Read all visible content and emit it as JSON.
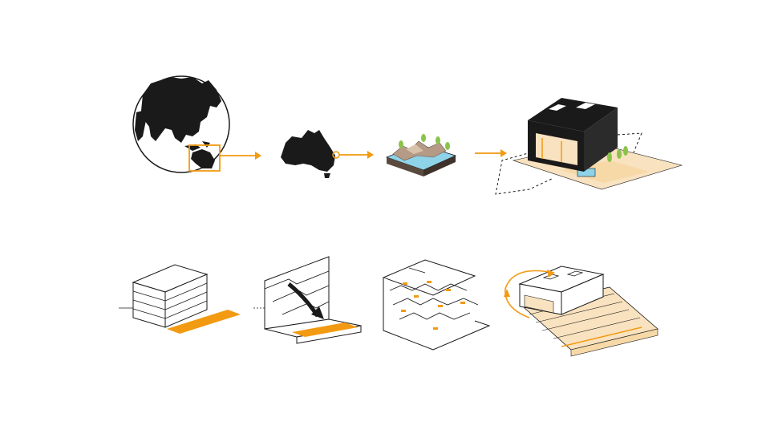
{
  "title": "",
  "colors": {
    "accent": "#f29a11",
    "accent_light": "#f7d9a8",
    "sand": "#f9e2bf",
    "ink": "#1a1a1a",
    "water": "#8fd3e8",
    "tree": "#8bc34a",
    "terrain": "#b59a85",
    "paper": "#ffffff"
  },
  "row1": {
    "steps": [
      {
        "name": "globe",
        "icon": "globe-icon"
      },
      {
        "name": "australia",
        "icon": "australia-map-icon"
      },
      {
        "name": "terrain",
        "icon": "terrain-block-icon"
      },
      {
        "name": "building",
        "icon": "building-context-icon"
      }
    ],
    "arrows": 3
  },
  "row2": {
    "steps": [
      {
        "name": "stacked-volume",
        "icon": "stacked-volume-icon"
      },
      {
        "name": "stepped-slope",
        "icon": "stepped-slope-icon"
      },
      {
        "name": "terraces",
        "icon": "terraces-icon"
      },
      {
        "name": "final-building",
        "icon": "final-building-icon"
      }
    ]
  }
}
